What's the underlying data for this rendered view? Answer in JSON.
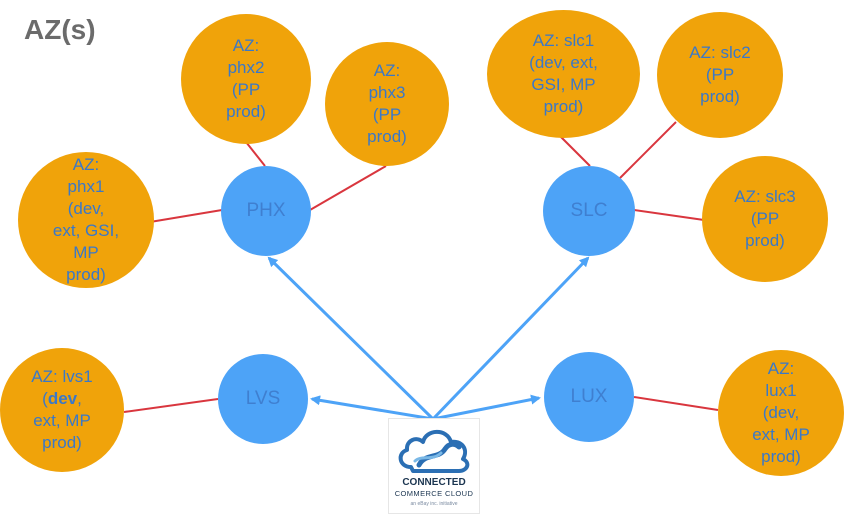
{
  "title": "AZ(s)",
  "colors": {
    "az_fill": "#f0a30a",
    "dc_fill": "#4da3f7",
    "link_red": "#d9363e",
    "arrow_blue": "#4da3f7",
    "label_blue": "#3a78c8"
  },
  "datacenters": {
    "phx": "PHX",
    "slc": "SLC",
    "lvs": "LVS",
    "lux": "LUX"
  },
  "azs": {
    "phx1": "AZ:\nphx1\n(dev,\next, GSI,\nMP\nprod)",
    "phx2": "AZ:\nphx2\n(PP\nprod)",
    "phx3": "AZ:\nphx3\n(PP\nprod)",
    "slc1": "AZ: slc1\n(dev, ext,\nGSI, MP\nprod)",
    "slc2": "AZ: slc2\n(PP\nprod)",
    "slc3": "AZ: slc3\n(PP\nprod)",
    "lvs1_line1": "AZ: lvs1",
    "lvs1_bold": "dev",
    "lvs1_rest": "ext, MP\nprod)",
    "lux1": "AZ:\nlux1\n(dev,\next, MP\nprod)"
  },
  "logo": {
    "name": "CONNECTED",
    "subtitle": "COMMERCE CLOUD",
    "tagline": "an eBay inc. initiative"
  }
}
